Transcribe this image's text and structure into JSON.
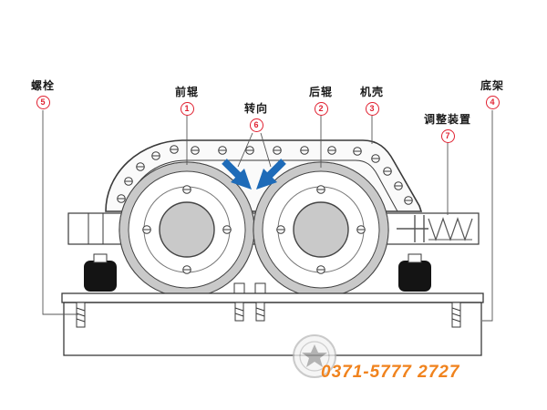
{
  "labels": {
    "bolt": {
      "text": "螺栓",
      "num": "5"
    },
    "front_roller": {
      "text": "前辊",
      "num": "1"
    },
    "rotation": {
      "text": "转向",
      "num": "6"
    },
    "rear_roller": {
      "text": "后辊",
      "num": "2"
    },
    "casing": {
      "text": "机壳",
      "num": "3"
    },
    "adjuster": {
      "text": "调整装置",
      "num": "7"
    },
    "base_frame": {
      "text": "底架",
      "num": "4"
    }
  },
  "watermark": {
    "phone": "0371-5777 2727"
  },
  "colors": {
    "label_text": "#1a1a1a",
    "number_red": "#e02030",
    "arrow_blue": "#1e6bb8",
    "drawing_line": "#3a3a3a",
    "roller_gray": "#c9c9c9",
    "phone_orange": "#f0831e"
  }
}
